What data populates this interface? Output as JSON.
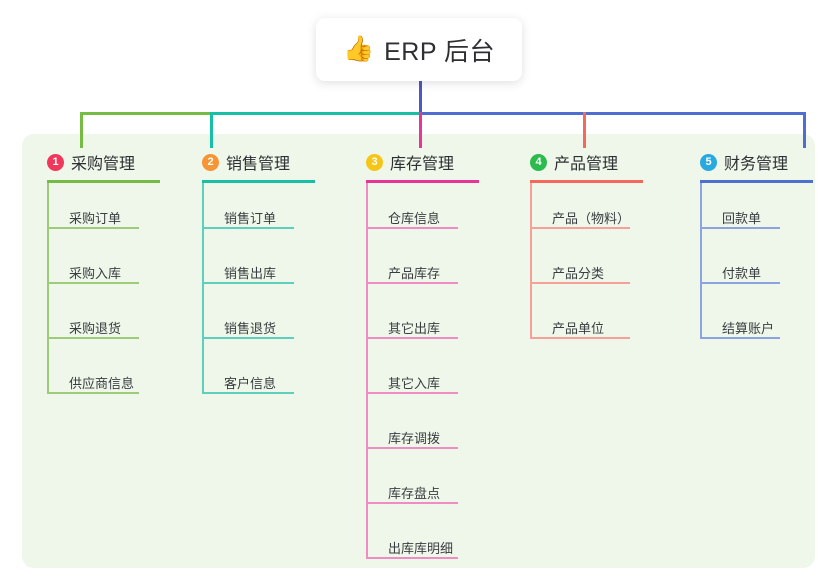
{
  "root": {
    "emoji": "👍",
    "icon_name": "thumbs-up-icon",
    "title": "ERP 后台"
  },
  "theme": {
    "page_bg": "#ffffff",
    "panel_bg": "#eef7e9",
    "card_bg": "#ffffff",
    "text": "#2d2f33",
    "stem": "#4f57c4"
  },
  "columns": [
    {
      "number": "1",
      "title": "采购管理",
      "badge_color": "#f0395a",
      "line_color": "#76bb44",
      "leaf_line_color": "#9ecb7a",
      "items": [
        "采购订单",
        "采购入库",
        "采购退货",
        "供应商信息"
      ]
    },
    {
      "number": "2",
      "title": "销售管理",
      "badge_color": "#f79433",
      "line_color": "#17bfa5",
      "leaf_line_color": "#5ecfbd",
      "items": [
        "销售订单",
        "销售出库",
        "销售退货",
        "客户信息"
      ]
    },
    {
      "number": "3",
      "title": "库存管理",
      "badge_color": "#f5c518",
      "line_color": "#e8359a",
      "leaf_line_color": "#ef8cc3",
      "items": [
        "仓库信息",
        "产品库存",
        "其它出库",
        "其它入库",
        "库存调拨",
        "库存盘点",
        "出库库明细"
      ]
    },
    {
      "number": "4",
      "title": "产品管理",
      "badge_color": "#2dba4e",
      "line_color": "#f4695c",
      "leaf_line_color": "#f6a099",
      "items": [
        "产品（物料）",
        "产品分类",
        "产品单位"
      ]
    },
    {
      "number": "5",
      "title": "财务管理",
      "badge_color": "#2aa9e0",
      "line_color": "#4f6fd0",
      "leaf_line_color": "#8ba3e0",
      "items": [
        "回款单",
        "付款单",
        "结算账户"
      ]
    }
  ],
  "bus": {
    "segments": [
      {
        "name": "bus-green",
        "color": "#76bb44"
      },
      {
        "name": "bus-teal",
        "color": "#17bfa5"
      },
      {
        "name": "bus-indigo",
        "color": "#4f6fd0"
      }
    ]
  }
}
